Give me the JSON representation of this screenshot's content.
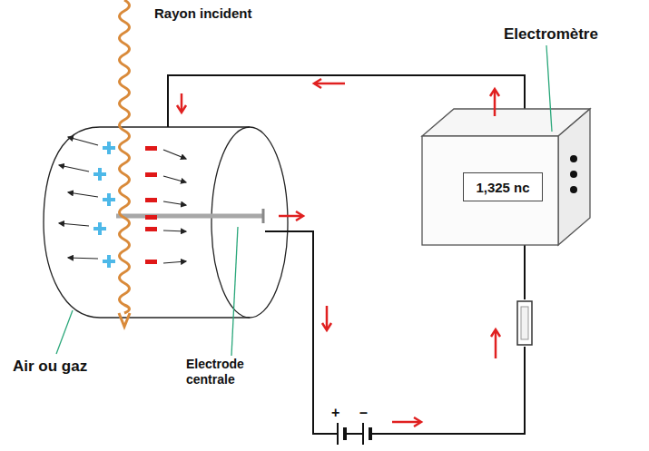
{
  "diagram": {
    "nodes": [
      {
        "text": [
          "1,325 nc"
        ]
      }
    ],
    "edges": [],
    "labels": [
      "Rayon incident",
      "Electromètre",
      "Air ou gaz",
      "Electrode centrale",
      "+",
      "–"
    ]
  }
}
